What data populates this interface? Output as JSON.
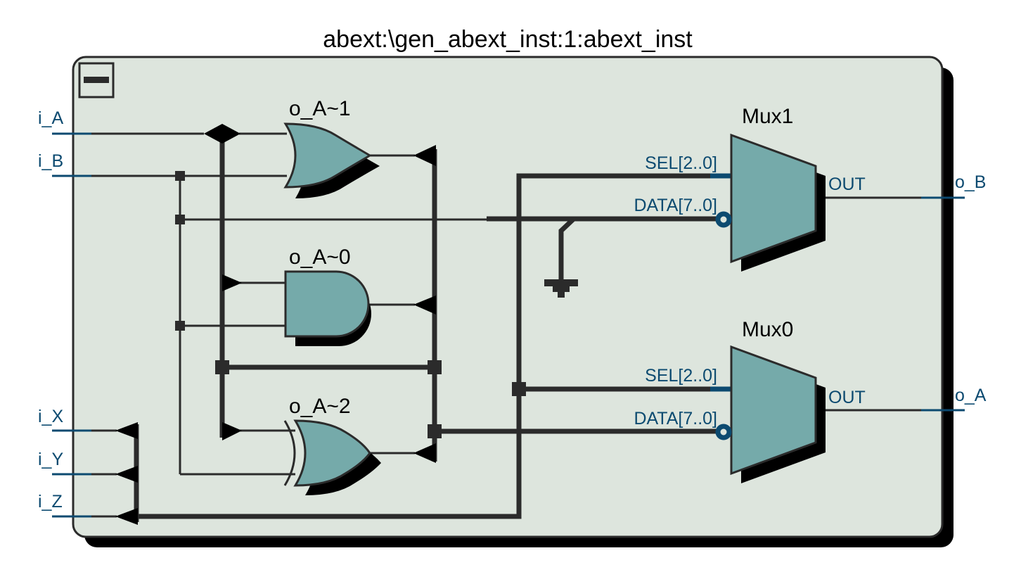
{
  "diagram": {
    "title": "abext:\\gen_abext_inst:1:abext_inst",
    "inputs": {
      "i_A": "i_A",
      "i_B": "i_B",
      "i_X": "i_X",
      "i_Y": "i_Y",
      "i_Z": "i_Z"
    },
    "outputs": {
      "o_B": "o_B",
      "o_A": "o_A"
    },
    "gates": {
      "or_gate": "o_A~1",
      "and_gate": "o_A~0",
      "xor_gate": "o_A~2"
    },
    "muxes": {
      "mux1": {
        "name": "Mux1",
        "sel": "SEL[2..0]",
        "data": "DATA[7..0]",
        "out": "OUT"
      },
      "mux0": {
        "name": "Mux0",
        "sel": "SEL[2..0]",
        "data": "DATA[7..0]",
        "out": "OUT"
      }
    },
    "colors": {
      "frame_fill": "#dde5dd",
      "gate_fill": "#75aaaa",
      "wire": "#2b2b2b",
      "port_wire": "#0c4a70",
      "port_text": "#0c4a70",
      "shadow": "#000000"
    },
    "icons": {
      "collapse": "collapse-minus-icon",
      "ground": "ground-icon"
    }
  }
}
